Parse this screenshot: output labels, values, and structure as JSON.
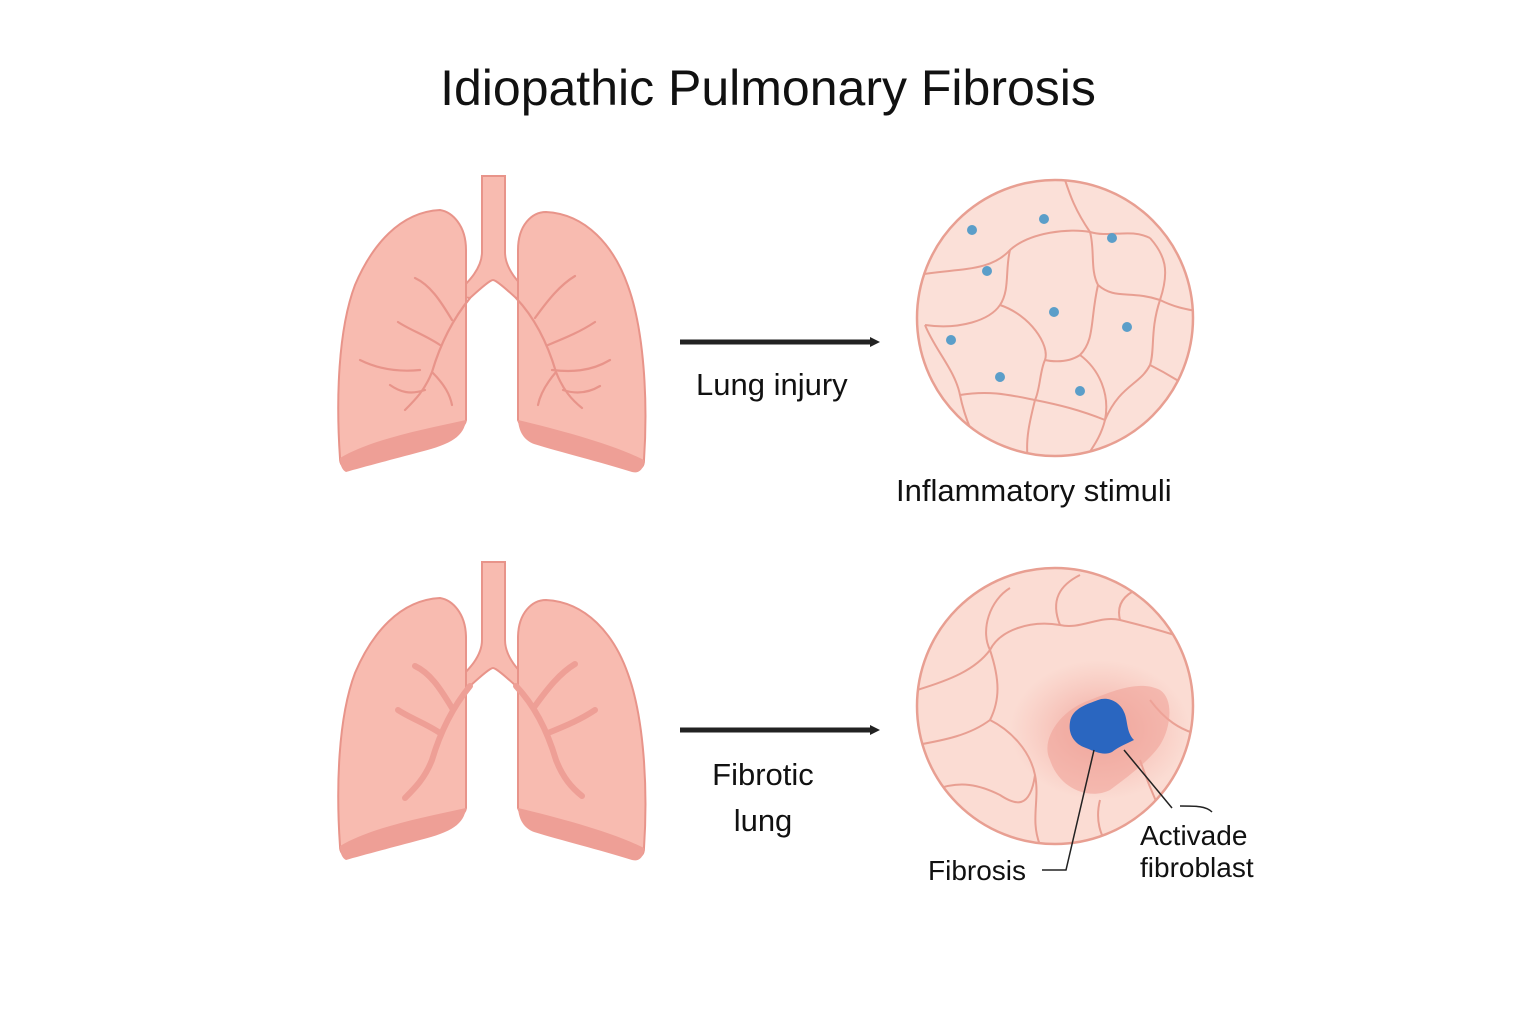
{
  "title": "Idiopathic Pulmonary Fibrosis",
  "colors": {
    "lung_fill": "#f8bbb0",
    "lung_stroke": "#e8948a",
    "lung_base": "#ee9f96",
    "tissue_fill": "#fbe0d8",
    "tissue_stroke": "#e89f92",
    "dots": "#5b9ec9",
    "fibroblast": "#2a66c0",
    "arrow": "#222222"
  },
  "top_row": {
    "arrow_label": "Lung injury",
    "tissue_label": "Inflammatory stimuli"
  },
  "bottom_row": {
    "arrow_label_line1": "Fibrotic",
    "arrow_label_line2": "lung",
    "callouts": {
      "fibrosis": "Fibrosis",
      "activated_line1": "Activade",
      "activated_line2": "fibroblast"
    }
  }
}
